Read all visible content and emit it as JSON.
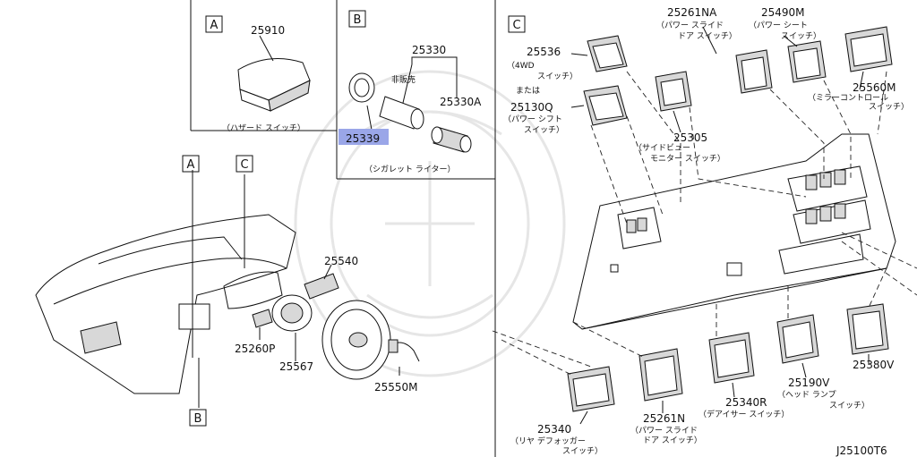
{
  "sections": {
    "a_label": "A",
    "b_label": "B",
    "c_label": "C"
  },
  "callouts": {
    "dash_a": "A",
    "dash_b": "B",
    "dash_c": "C"
  },
  "parts": {
    "p25910": "25910",
    "p25910_desc": "（ハザード スイッチ）",
    "p25330": "25330",
    "p25330_note": "非販売",
    "p25330A": "25330A",
    "p25339": "25339",
    "lighter_desc": "（シガレット ライター）",
    "p25536": "25536",
    "p25536_desc1": "（4WD",
    "p25536_desc2": "スイッチ）",
    "or_text": "または",
    "p25130Q": "25130Q",
    "p25130Q_desc1": "（パワー シフト",
    "p25130Q_desc2": "スイッチ）",
    "p25261NA": "25261NA",
    "p25261NA_desc1": "（パワー スライド",
    "p25261NA_desc2": "ドア スイッチ）",
    "p25490M": "25490M",
    "p25490M_desc1": "（パワー シート",
    "p25490M_desc2": "スイッチ）",
    "p25560M": "25560M",
    "p25560M_desc1": "（ミラーコントロール",
    "p25560M_desc2": "スイッチ）",
    "p25305": "25305",
    "p25305_desc1": "（サイドビュー",
    "p25305_desc2": "モニター スイッチ）",
    "p25540": "25540",
    "p25260P": "25260P",
    "p25567": "25567",
    "p25550M": "25550M",
    "p25340": "25340",
    "p25340_desc1": "（リヤ デフォッガー",
    "p25340_desc2": "スイッチ）",
    "p25261N": "25261N",
    "p25261N_desc1": "（パワー スライド",
    "p25261N_desc2": "ドア スイッチ）",
    "p25340R": "25340R",
    "p25340R_desc": "（デアイサー スイッチ）",
    "p25190V": "25190V",
    "p25190V_desc1": "（ヘッド ランプ",
    "p25190V_desc2": "スイッチ）",
    "p25380V": "25380V"
  },
  "footer": {
    "diagram_code": "J25100T6"
  },
  "colors": {
    "highlight": "#9aa6e8",
    "line": "#111111"
  }
}
